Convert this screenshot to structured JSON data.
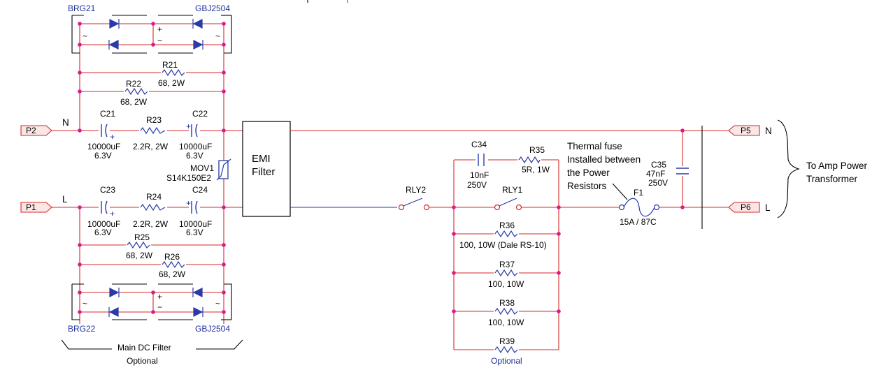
{
  "ports": {
    "p2": "P2",
    "p1": "P1",
    "p5": "P5",
    "p6": "P6",
    "n_left": "N",
    "l_left": "L",
    "n_right": "N",
    "l_right": "L"
  },
  "bridges": {
    "top_ref": "BRG21",
    "top_part": "GBJ2504",
    "bottom_ref": "BRG22",
    "bottom_part": "GBJ2504",
    "ac_symbol": "~",
    "plus": "+",
    "minus": "−"
  },
  "resistors": {
    "r21": "R21",
    "r21_val": "68, 2W",
    "r22": "R22",
    "r22_val": "68, 2W",
    "r23": "R23",
    "r23_val": "2.2R, 2W",
    "r24": "R24",
    "r24_val": "2.2R, 2W",
    "r25": "R25",
    "r25_val": "68, 2W",
    "r26": "R26",
    "r26_val": "68, 2W",
    "r35": "R35",
    "r35_val": "5R, 1W",
    "r36": "R36",
    "r36_val": "100, 10W (Dale RS-10)",
    "r37": "R37",
    "r37_val": "100, 10W",
    "r38": "R38",
    "r38_val": "100, 10W",
    "r39": "R39",
    "r39_val": "Optional"
  },
  "capacitors": {
    "c21": "C21",
    "c21_val1": "10000uF",
    "c21_val2": "6.3V",
    "c22": "C22",
    "c22_val1": "10000uF",
    "c22_val2": "6.3V",
    "c23": "C23",
    "c23_val1": "10000uF",
    "c23_val2": "6.3V",
    "c24": "C24",
    "c24_val1": "10000uF",
    "c24_val2": "6.3V",
    "c34": "C34",
    "c34_val1": "10nF",
    "c34_val2": "250V",
    "c35": "C35",
    "c35_val1": "47nF",
    "c35_val2": "250V",
    "plus": "+"
  },
  "mov": {
    "ref": "MOV1",
    "part": "S14K150E2"
  },
  "emi": {
    "line1": "EMI",
    "line2": "Filter"
  },
  "relays": {
    "rly1": "RLY1",
    "rly2": "RLY2"
  },
  "fuse": {
    "ref": "F1",
    "value": "15A / 87C",
    "note1": "Thermal fuse",
    "note2": "Installed between",
    "note3": "the Power",
    "note4": "Resistors"
  },
  "annotations": {
    "main_dc_filter": "Main DC Filter",
    "optional": "Optional",
    "to_amp1": "To Amp Power",
    "to_amp2": "Transformer"
  },
  "colors": {
    "wire_red": "#d42a2a",
    "wire_blue": "#2a3aa8",
    "junction": "#e0188a",
    "text_blue": "#1f2e9b"
  }
}
